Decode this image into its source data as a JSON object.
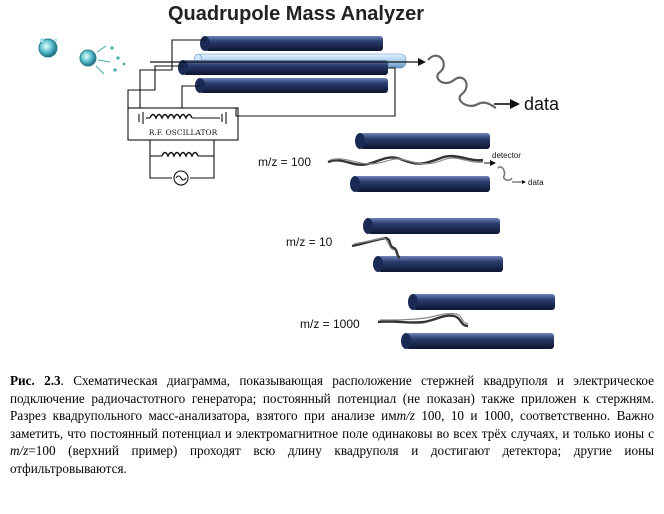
{
  "figure": {
    "title": "Quadrupole Mass Analyzer",
    "oscillator_label": "R.F. OSCILLATOR",
    "output_label": "data",
    "detector_label": "detector",
    "detector_data_label": "data",
    "panels": [
      {
        "label": "m/z = 100"
      },
      {
        "label": "m/z = 10"
      },
      {
        "label": "m/z = 1000"
      }
    ]
  },
  "caption": {
    "fig_number": "Рис. 2.3",
    "seg1": ". Схематическая диаграмма, показывающая расположение стержней квадруполя и электрическое подключение радиочастотного генератора; постоянный потенциал (не показан) также приложен к стержням. Разрез квадрупольного масс-анализатора, взятого при анализе им",
    "mz1": "m/z",
    "seg2": " 100, 10 и 1000, соответственно. Важно заметить, что постоянный потенциал и электромагнитное поле одинаковы во всех трёх случаях, и только ионы с ",
    "mz2": "m/z",
    "seg3": "=100 (верхний пример) проходят всю длину квадруполя и достигают детектора; другие ионы отфильтровываются."
  }
}
